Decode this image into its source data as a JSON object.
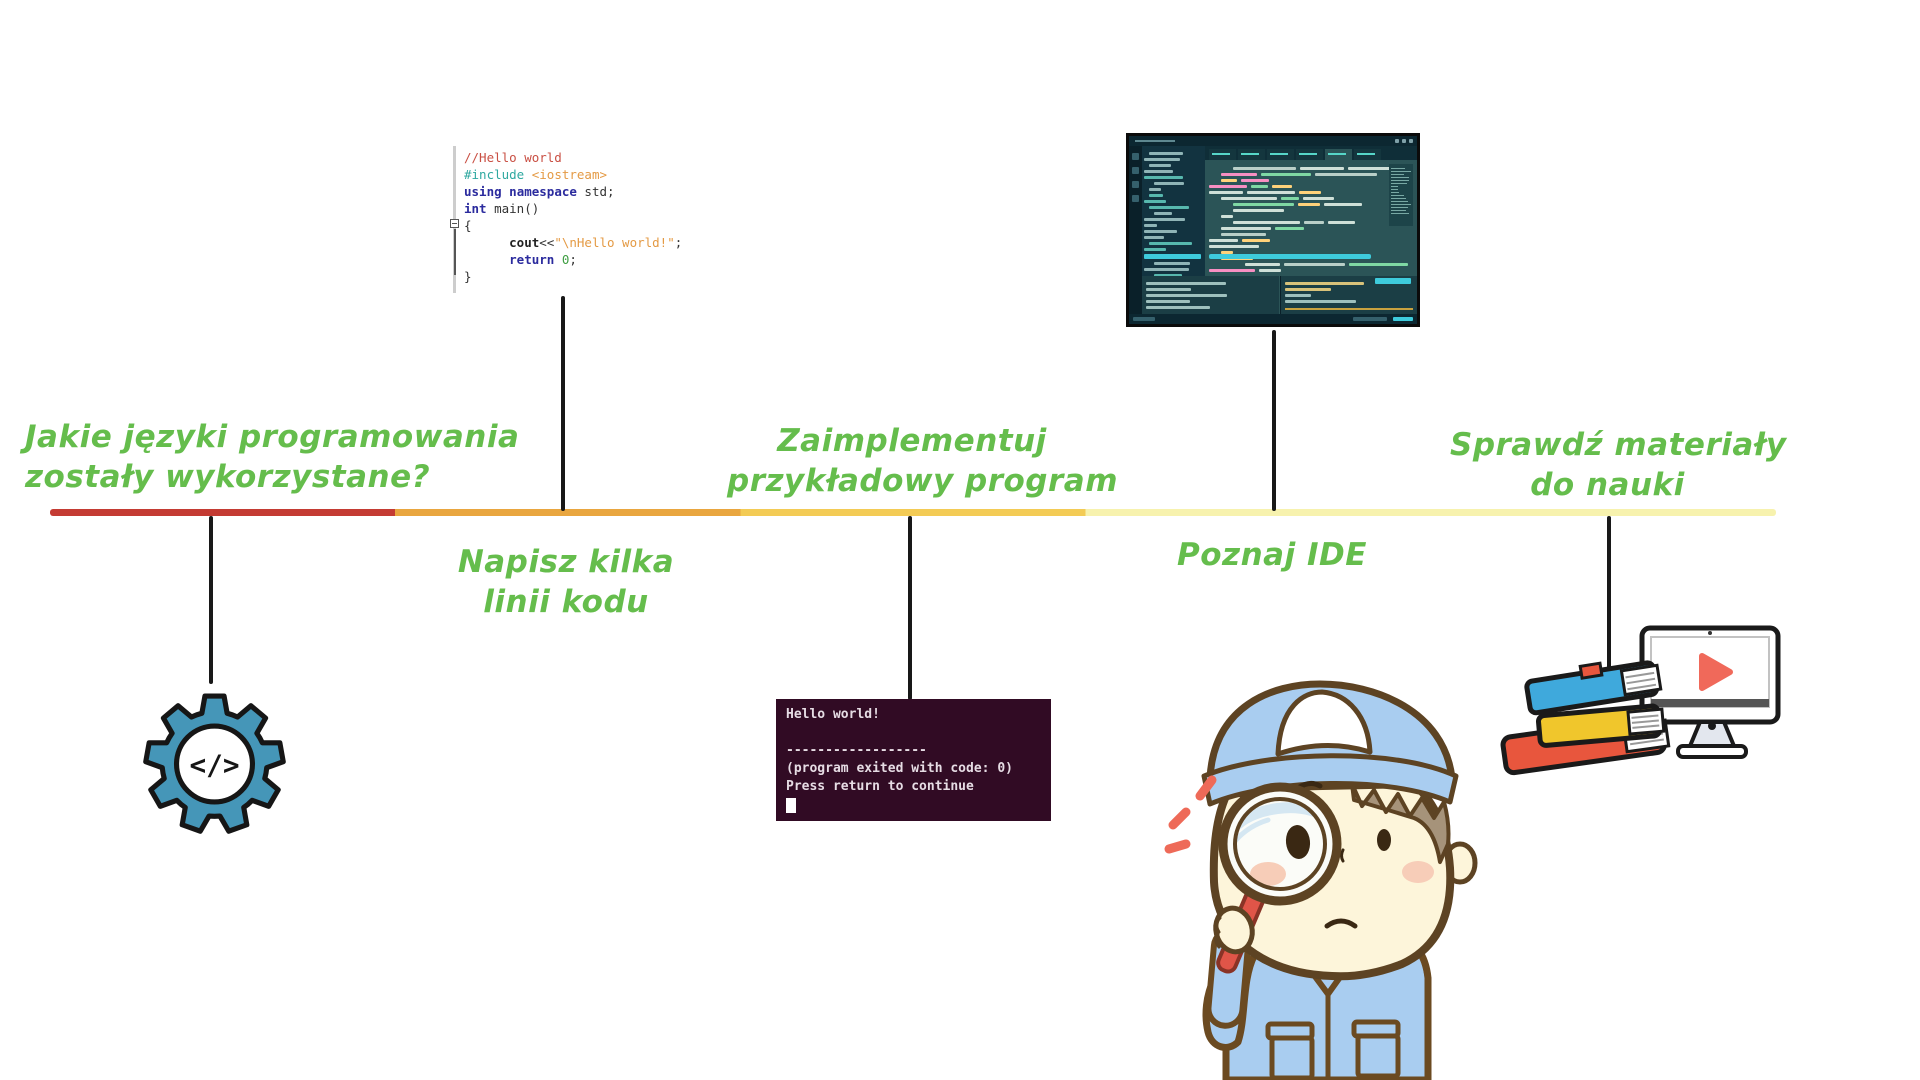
{
  "palette": {
    "green_text": "#65bd4c",
    "connector": "#181818",
    "timeline_colors": [
      "#c43b33",
      "#e9a63f",
      "#f3cb55",
      "#f7f2ae"
    ]
  },
  "timeline": {
    "segments": [
      {
        "color": "#c43b33",
        "width_pct": 20
      },
      {
        "color": "#e9a63f",
        "width_pct": 20
      },
      {
        "color": "#f3cb55",
        "width_pct": 20
      },
      {
        "color": "#f7f2ae",
        "width_pct": 40
      }
    ]
  },
  "steps": [
    {
      "id": "languages",
      "label_lines": [
        "Jakie języki programowania",
        "zostały wykorzystane?"
      ],
      "side": "above"
    },
    {
      "id": "write-code",
      "label_lines": [
        "Napisz kilka",
        "linii kodu"
      ],
      "side": "below"
    },
    {
      "id": "implement-program",
      "label_lines": [
        "Zaimplementuj",
        "przykładowy program"
      ],
      "side": "above"
    },
    {
      "id": "know-ide",
      "label_lines": [
        "Poznaj IDE"
      ],
      "side": "below"
    },
    {
      "id": "materials",
      "label_lines": [
        "Sprawdź materiały",
        "do nauki"
      ],
      "side": "above"
    }
  ],
  "code_snippet": {
    "lines": [
      [
        {
          "t": "//Hello world",
          "c": "comment"
        }
      ],
      [
        {
          "t": "#include",
          "c": "preproc"
        },
        {
          "t": " ",
          "c": "plain"
        },
        {
          "t": "<iostream>",
          "c": "string"
        }
      ],
      [
        {
          "t": "using",
          "c": "keyword"
        },
        {
          "t": " ",
          "c": "plain"
        },
        {
          "t": "namespace",
          "c": "keyword"
        },
        {
          "t": " std;",
          "c": "plain"
        }
      ],
      [
        {
          "t": "int",
          "c": "keyword"
        },
        {
          "t": " main()",
          "c": "plain"
        }
      ],
      [
        {
          "t": "{",
          "c": "plain"
        }
      ],
      [
        {
          "t": "      ",
          "c": "plain"
        },
        {
          "t": "cout",
          "c": "bold"
        },
        {
          "t": "<<",
          "c": "plain"
        },
        {
          "t": "\"\\nHello world!\"",
          "c": "string"
        },
        {
          "t": ";",
          "c": "plain"
        }
      ],
      [
        {
          "t": "      ",
          "c": "plain"
        },
        {
          "t": "return",
          "c": "keyword"
        },
        {
          "t": " ",
          "c": "plain"
        },
        {
          "t": "0",
          "c": "number"
        },
        {
          "t": ";",
          "c": "plain"
        }
      ],
      [
        {
          "t": "}",
          "c": "plain"
        }
      ]
    ]
  },
  "terminal": {
    "bg": "#310b24",
    "fg": "#e6dce4",
    "lines": [
      "Hello world!",
      "",
      "------------------",
      "(program exited with code: 0)",
      "Press return to continue"
    ],
    "cursor": true
  },
  "gear": {
    "glyph": "</>",
    "fill": "#4596b8"
  },
  "ide_screenshot": {
    "bg": "#2b5457",
    "panel_bg": "#123340",
    "accent_cyan": "#3ecbdc",
    "accent_gold": "#c9a23f"
  },
  "illustrations": {
    "boy": "boy-in-cap-looking-through-magnifying-glass",
    "books_monitor": "stack-of-books-and-monitor-with-play-button",
    "monitor_play_color": "#f0695a",
    "book_colors": [
      "#e8563d",
      "#f0c62c",
      "#3fa9dc"
    ]
  }
}
